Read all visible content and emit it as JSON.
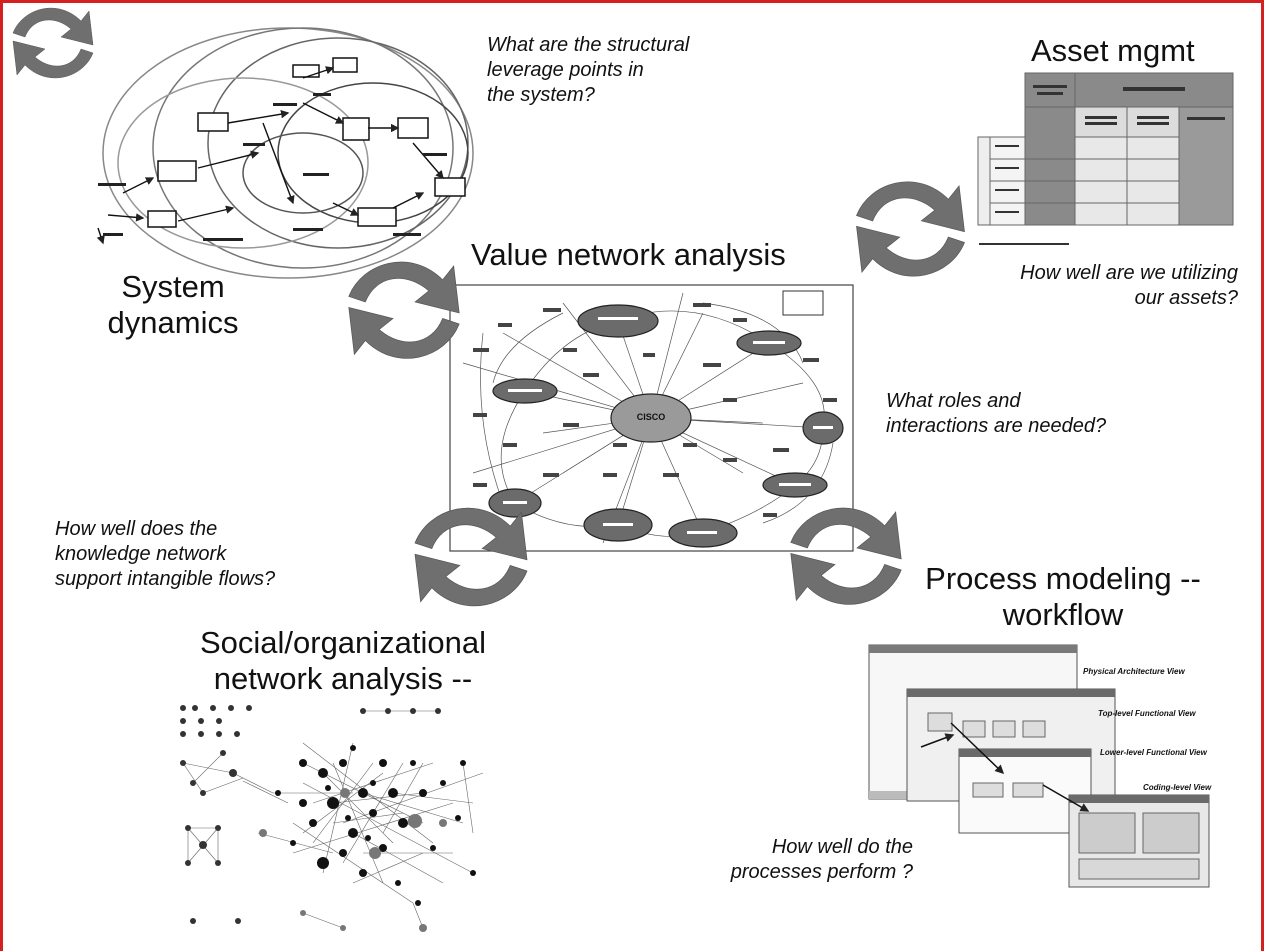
{
  "colors": {
    "border": "#d42020",
    "arrow": "#6f6f6f",
    "ink": "#111111"
  },
  "headings": {
    "system_dynamics": "System\ndynamics",
    "value_network": "Value network analysis",
    "asset_mgmt": "Asset mgmt",
    "process_modeling": "Process modeling --\nworkflow",
    "social_network": "Social/organizational\nnetwork analysis --"
  },
  "questions": {
    "structural": "What are the structural\nleverage points in\nthe system?",
    "assets": "How well are we utilizing\nour assets?",
    "roles": "What roles and\ninteractions are needed?",
    "knowledge": "How well does the\nknowledge network\nsupport intangible flows?",
    "processes": "How well do the\nprocesses perform ?"
  },
  "value_network_nodes": [
    "CISCO"
  ],
  "process_views": [
    "Physical Architecture View",
    "Top-level Functional View",
    "Lower-level Functional View",
    "Coding-level View"
  ],
  "icons": [
    "cycle-arrows-icon"
  ]
}
